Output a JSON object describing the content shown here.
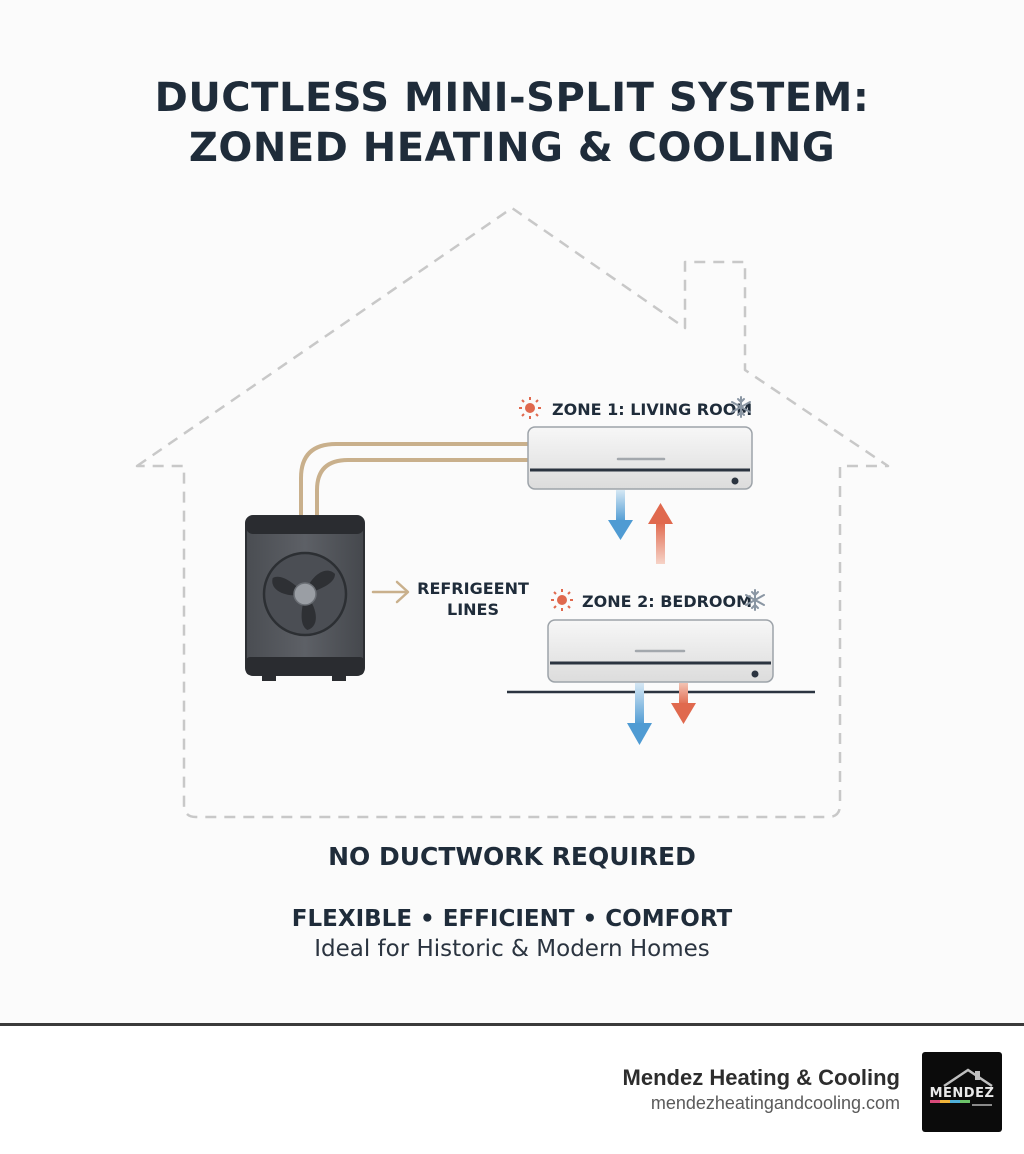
{
  "title": {
    "line1": "DUCTLESS MINI-SPLIT SYSTEM:",
    "line2": "ZONED HEATING & COOLING"
  },
  "diagram": {
    "zone1_label": "ZONE 1: LIVING ROOM",
    "zone2_label": "ZONE 2: BEDROOM",
    "refrigerant_line1": "REFRIGEENT",
    "refrigerant_line2": "LINES",
    "icons": [
      "sun-icon",
      "snowflake-icon",
      "fan-icon",
      "arrow-right-icon",
      "arrow-down-icon",
      "arrow-up-icon"
    ]
  },
  "captions": {
    "no_ductwork": "NO DUCTWORK REQUIRED",
    "benefits": "FLEXIBLE • EFFICIENT • COMFORT",
    "ideal": "Ideal for Historic & Modern Homes"
  },
  "footer": {
    "company": "Mendez Heating & Cooling",
    "website": "mendezheatingandcooling.com",
    "logo_text": "MENDEZ"
  },
  "colors": {
    "heat": "#e0694e",
    "cool": "#5ba3d6",
    "pipe": "#c9b08c",
    "title": "#1f2c3a"
  }
}
